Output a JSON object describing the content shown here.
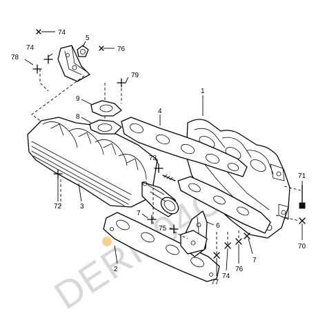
{
  "watermark": "DERI204COM",
  "callouts": {
    "c74_top": "74",
    "c5": "5",
    "c74_left": "74",
    "c76_top": "76",
    "c78": "78",
    "c79": "79",
    "c1": "1",
    "c9": "9",
    "c4": "4",
    "c8": "8",
    "c73": "73",
    "c71": "71",
    "c72": "72",
    "c3": "3",
    "c7_mid": "7",
    "c6": "6",
    "c75": "75",
    "c2": "2",
    "c7_right": "7",
    "c76_bottom": "76",
    "c74_bottom": "74",
    "c77": "77",
    "c70": "70"
  },
  "colors": {
    "line": "#000000",
    "watermark": "#d8d8d8",
    "marker_dot": "#f2c46a"
  }
}
